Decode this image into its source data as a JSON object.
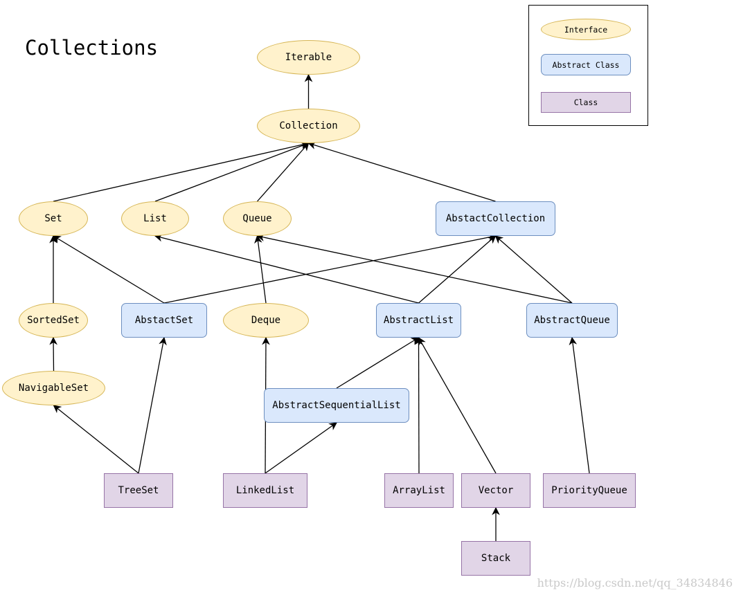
{
  "title": "Collections",
  "legend": {
    "interface": "Interface",
    "abstract_class": "Abstract Class",
    "class": "Class"
  },
  "nodes": {
    "iterable": "Iterable",
    "collection": "Collection",
    "set": "Set",
    "list": "List",
    "queue": "Queue",
    "abstact_collection": "AbstactCollection",
    "sorted_set": "SortedSet",
    "abstact_set": "AbstactSet",
    "deque": "Deque",
    "abstract_list": "AbstractList",
    "abstract_queue": "AbstractQueue",
    "navigable_set": "NavigableSet",
    "abstract_sequential_list": "AbstractSequentialList",
    "tree_set": "TreeSet",
    "linked_list": "LinkedList",
    "array_list": "ArrayList",
    "vector": "Vector",
    "priority_queue": "PriorityQueue",
    "stack": "Stack"
  },
  "edges": [
    [
      "collection",
      "iterable"
    ],
    [
      "set",
      "collection"
    ],
    [
      "list",
      "collection"
    ],
    [
      "queue",
      "collection"
    ],
    [
      "abstact_collection",
      "collection"
    ],
    [
      "abstact_set",
      "set"
    ],
    [
      "abstact_set",
      "abstact_collection"
    ],
    [
      "abstract_list",
      "list"
    ],
    [
      "abstract_list",
      "abstact_collection"
    ],
    [
      "abstract_queue",
      "queue"
    ],
    [
      "abstract_queue",
      "abstact_collection"
    ],
    [
      "sorted_set",
      "set"
    ],
    [
      "navigable_set",
      "sorted_set"
    ],
    [
      "deque",
      "queue"
    ],
    [
      "tree_set",
      "navigable_set"
    ],
    [
      "tree_set",
      "abstact_set"
    ],
    [
      "linked_list",
      "deque"
    ],
    [
      "linked_list",
      "abstract_sequential_list"
    ],
    [
      "abstract_sequential_list",
      "abstract_list"
    ],
    [
      "array_list",
      "abstract_list"
    ],
    [
      "vector",
      "abstract_list"
    ],
    [
      "stack",
      "vector"
    ],
    [
      "priority_queue",
      "abstract_queue"
    ]
  ],
  "watermark": "https://blog.csdn.net/qq_34834846"
}
